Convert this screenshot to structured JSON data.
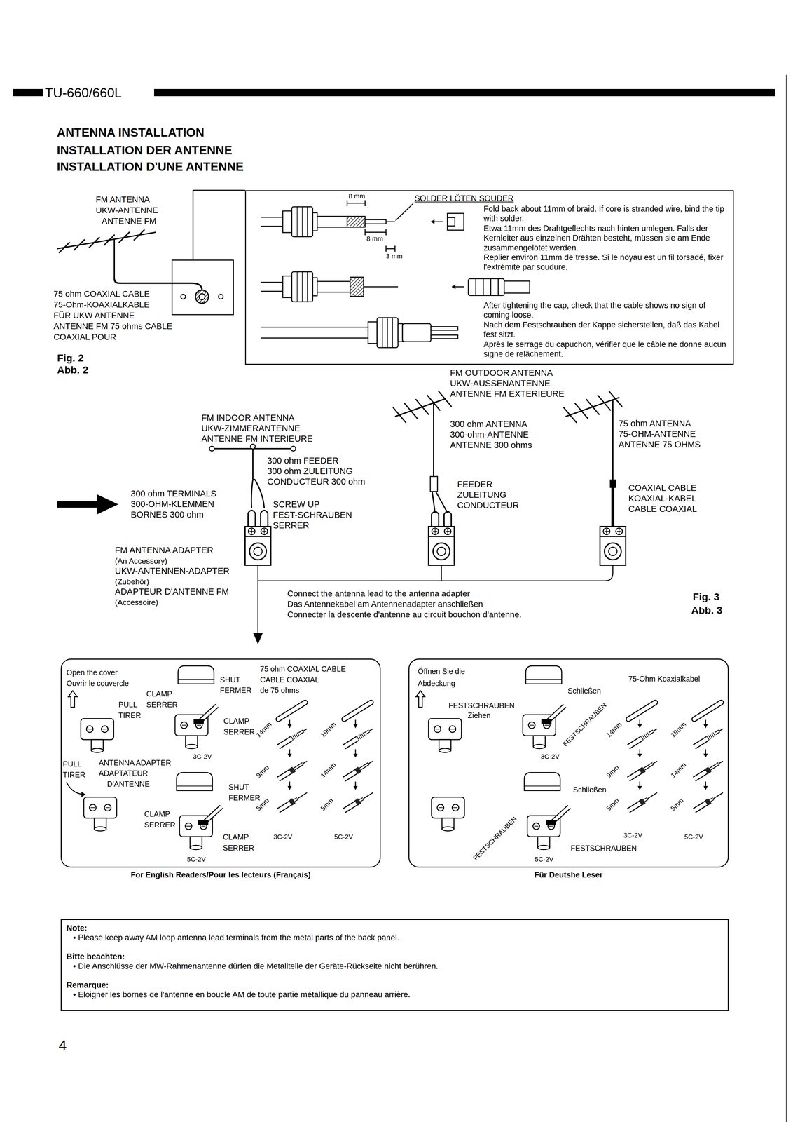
{
  "diagram": {
    "title": "ANTENNA INSTALLATION",
    "nodes": [
      {
        "text": [
          "SOLDER LÖTEN SOUDER",
          "Fold back about 11mm of braid. If core is stranded wire, bind the tip with solder.",
          "Etwa 11mm des Drahtgeflechts nach hinten umlegen. Falls der Kernleiter aus einzelnen Drähten besteht, müssen sie am Ende zusammengelötet werden.",
          "Replier environ 11mm de tresse. Si le noyau est un fil torsadé, fixer l'extrémité par soudure.",
          "After tightening the cap, check that the cable shows no sign of coming loose.",
          "Nach dem Festschrauben der Kappe sicherstellen, daß das Kabel fest sitzt.",
          "Après le serrage du capuchon, vérifier que le câble ne donne aucun signe de relâchement."
        ]
      },
      {
        "text": [
          "For English Readers/Pour les lecteurs (Français)"
        ]
      },
      {
        "text": [
          "Für Deutshe Leser"
        ]
      },
      {
        "text": [
          "Note:",
          "• Please keep away AM loop antenna lead terminals from the metal parts of the back panel.",
          "Bitte beachten:",
          "• Die Anschlüsse der MW-Rahmenantenne dürfen die Metallteile der Geräte-Rückseite nicht berühren.",
          "Remarque:",
          "• Eloigner les bornes de l'antenne en boucle AM de toute partie métallique du panneau arrière."
        ]
      }
    ],
    "labels": [
      "TU-660/660L",
      "INSTALLATION DER ANTENNE",
      "INSTALLATION D'UNE ANTENNE",
      "FM ANTENNA",
      "UKW-ANTENNE",
      "ANTENNE FM",
      "75 ohm COAXIAL CABLE",
      "75-Ohm-KOAXIALKABLE",
      "FÜR UKW ANTENNE",
      "ANTENNE FM 75 ohms CABLE",
      "COAXIAL POUR",
      "Fig. 2",
      "Abb. 2",
      "8 mm",
      "8 mm",
      "3 mm",
      "FM OUTDOOR ANTENNA",
      "UKW-AUSSENANTENNE",
      "ANTENNE FM EXTERIEURE",
      "FM INDOOR ANTENNA",
      "UKW-ZIMMERANTENNE",
      "ANTENNE FM INTERIEURE",
      "300 ohm ANTENNA",
      "300-ohm-ANTENNE",
      "ANTENNE 300 ohms",
      "75 ohm ANTENNA",
      "75-OHM-ANTENNE",
      "ANTENNE 75 OHMS",
      "300 ohm FEEDER",
      "300 ohm ZULEITUNG",
      "CONDUCTEUR 300 ohm",
      "300 ohm TERMINALS",
      "300-OHM-KLEMMEN",
      "BORNES 300 ohm",
      "SCREW UP",
      "FEST-SCHRAUBEN",
      "SERRER",
      "FEEDER",
      "ZULEITUNG",
      "CONDUCTEUR",
      "COAXIAL CABLE",
      "KOAXIAL-KABEL",
      "CABLE COAXIAL",
      "FM ANTENNA ADAPTER",
      "(An Accessory)",
      "UKW-ANTENNEN-ADAPTER",
      "(Zubehör)",
      "ADAPTEUR D'ANTENNE FM",
      "(Accessoire)",
      "Connect the antenna lead to the antenna adapter",
      "Das Antennekabel am Antennenadapter anschließen",
      "Connecter la descente d'antenne au circuit bouchon d'antenne.",
      "Fig. 3",
      "Abb. 3",
      "Open the cover",
      "Ouvrir le couvercle",
      "CLAMP",
      "PULL",
      "SERRER",
      "TIRER",
      "SHUT",
      "FERMER",
      "75 ohm COAXIAL CABLE",
      "CABLE COAXIAL",
      "de 75 ohms",
      "CLAMP",
      "SERRER",
      "14mm",
      "19mm",
      "3C-2V",
      "PULL",
      "TIRER",
      "ANTENNA ADAPTER",
      "ADAPTATEUR",
      "D'ANTENNE",
      "9mm",
      "14mm",
      "SHUT",
      "FERMER",
      "CLAMP",
      "SERRER",
      "5mm",
      "5mm",
      "CLAMP",
      "SERRER",
      "3C-2V",
      "5C-2V",
      "5C-2V",
      "Öffnen Sie die",
      "Abdeckung",
      "FESTSCHRAUBEN",
      "Ziehen",
      "Schließen",
      "75-Ohm Koaxialkabel",
      "FESTSCHRAUBEN",
      "14mm",
      "19mm",
      "3C-2V",
      "9mm",
      "14mm",
      "Schließen",
      "5mm",
      "5mm",
      "FESTSCHRAUBEN",
      "FESTSCHRAUBEN",
      "3C-2V",
      "5C-2V",
      "5C-2V",
      "4"
    ]
  }
}
